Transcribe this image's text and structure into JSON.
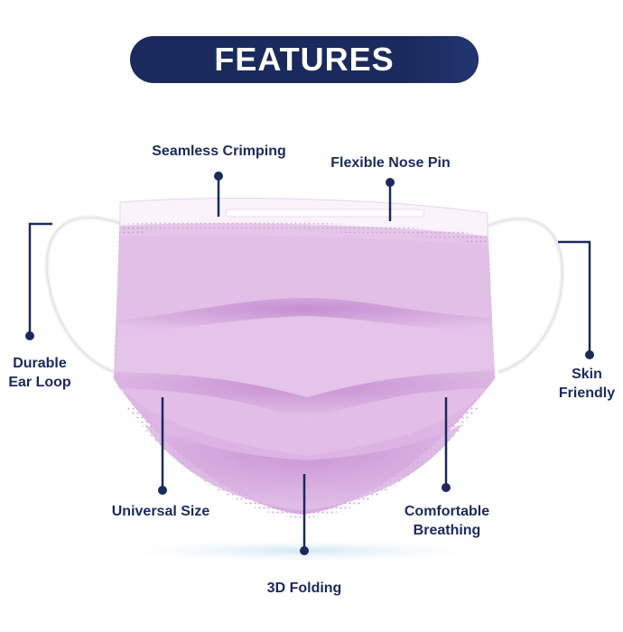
{
  "banner": {
    "title": "FEATURES"
  },
  "features": {
    "seamless_crimping": "Seamless Crimping",
    "flexible_nose_pin": "Flexible Nose Pin",
    "durable_ear_loop_line1": "Durable",
    "durable_ear_loop_line2": "Ear Loop",
    "skin_friendly_line1": "Skin",
    "skin_friendly_line2": "Friendly",
    "universal_size": "Universal Size",
    "comfortable_breathing_line1": "Comfortable",
    "comfortable_breathing_line2": "Breathing",
    "3d_folding": "3D Folding"
  },
  "colors": {
    "navy": "#1b2a5c",
    "mask_pink": "#dcb5e2",
    "mask_shadow": "#c98fd3",
    "ear_loop": "#f4f4f4"
  },
  "icons": {
    "mask": "face-mask-illustration",
    "callout_dot": "callout-dot-icon"
  }
}
